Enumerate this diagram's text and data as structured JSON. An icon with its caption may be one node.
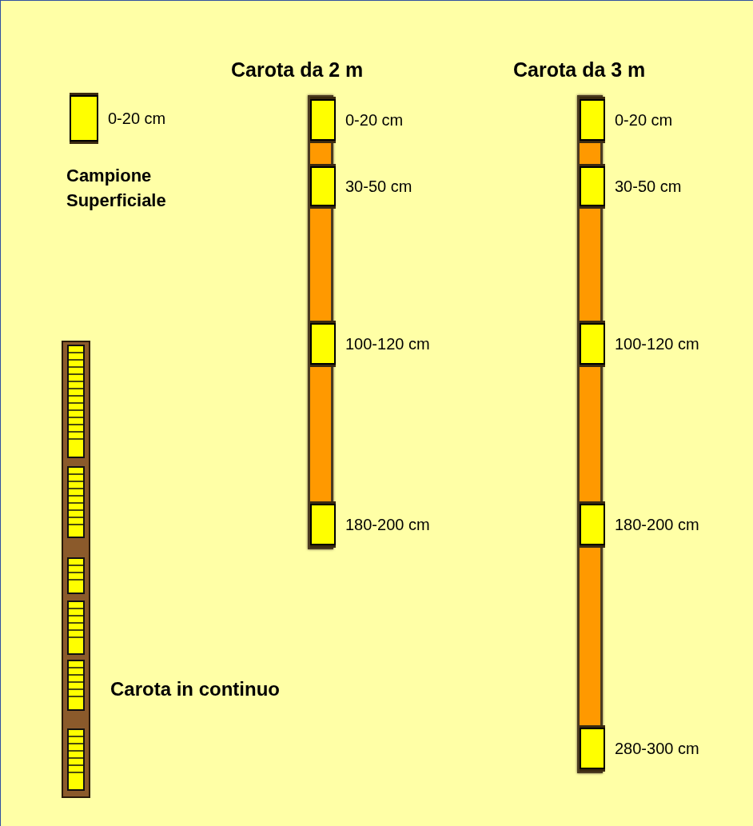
{
  "diagram": {
    "nodes": [
      {
        "text": [],
        "shape": "box",
        "beside": [
          "0-20 cm"
        ]
      },
      {
        "text": [],
        "shape": "bar"
      },
      {
        "text": [],
        "shape": "box",
        "in": 1,
        "beside": [
          "0-20 cm"
        ]
      },
      {
        "text": [],
        "shape": "box",
        "in": 1,
        "beside": [
          "30-50 cm"
        ]
      },
      {
        "text": [],
        "shape": "box",
        "in": 1,
        "beside": [
          "100-120 cm"
        ]
      },
      {
        "text": [],
        "shape": "box",
        "in": 1,
        "beside": [
          "180-200 cm"
        ]
      },
      {
        "text": [],
        "shape": "bar"
      },
      {
        "text": [],
        "shape": "box",
        "in": 6,
        "beside": [
          "0-20 cm"
        ]
      },
      {
        "text": [],
        "shape": "box",
        "in": 6,
        "beside": [
          "30-50 cm"
        ]
      },
      {
        "text": [],
        "shape": "box",
        "in": 6,
        "beside": [
          "100-120 cm"
        ]
      },
      {
        "text": [],
        "shape": "box",
        "in": 6,
        "beside": [
          "180-200 cm"
        ]
      },
      {
        "text": [],
        "shape": "box",
        "in": 6,
        "beside": [
          "280-300 cm"
        ]
      },
      {
        "text": [],
        "shape": "bar"
      }
    ],
    "edges": [],
    "labels": [
      "Carota da 2 m",
      "Carota da 3 m",
      "Campione Superficiale",
      "Carota in continuo"
    ]
  }
}
